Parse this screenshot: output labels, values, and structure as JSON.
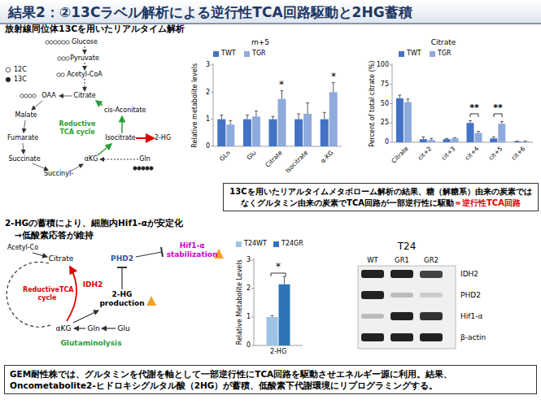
{
  "diagram": {
    "title": "結果2：②13Cラベル解析による逆行性TCA回路駆動と2HG蓄積",
    "nodes": [
      {
        "text": [
          "13Cを用いたリアルタイムメタボローム解析の結果、糖（解糖系）由来の炭素ではなくグルタミン由来の炭素でTCA回路が一部逆行性に駆動",
          "＝逆行性TCA回路"
        ]
      },
      {
        "text": [
          "GEM耐性株では、グルタミンを代謝を軸として一部逆行性にTCA回路を駆動させエネルギー源に利用。結果、Oncometabolite2-ヒドロキシグルタル酸（2HG）が蓄積、低酸素下代謝環境にリプログラミングする。"
        ]
      }
    ],
    "labels": [
      "放射線同位体13Cを用いたリアルタイム解析",
      "Glucose",
      "Pyruvate",
      "Acetyl-CoA",
      "OAA",
      "Citrate",
      "cis-Aconitate",
      "Malate",
      "Reductive TCA cycle",
      "Fumarate",
      "Isocitrate",
      "2-HG",
      "Succinate",
      "αKG",
      "Succinyl-",
      "Gln",
      "m+5",
      "Relative metabolite levels",
      "3",
      "2",
      "1",
      "0",
      "GLn",
      "Glu",
      "Citrate",
      "Isocitrate",
      "α-KG",
      "*",
      "*",
      "Citrate",
      "Percent of total citrate (%)",
      "100",
      "75",
      "50",
      "25",
      "0",
      "Citrate",
      "cit+2",
      "cit+3",
      "cit+4",
      "cit+5",
      "cit+6",
      "**",
      "**",
      "2-HGの蓄積により、細胞内Hif1-αが安定化",
      "→低酸素応答が維持",
      "Acetyl-Co",
      "Citrate",
      "IDH2",
      "PHD2",
      "Hif1-α stabilization",
      "2-HG production",
      "ReductiveTCA cycle",
      "αKG",
      "Gln",
      "Glu",
      "Glutaminolysis",
      "Relative Metabolite Levels",
      "3",
      "2",
      "1",
      "0",
      "2-HG",
      "*",
      "T24",
      "WT",
      "GR1",
      "GR2",
      "IDH2",
      "PHD2",
      "Hif1-α",
      "β-actin"
    ],
    "legend": [
      {
        "text": "12C"
      },
      {
        "text": "13C"
      },
      {
        "text": "TWT",
        "color": "#4472c4"
      },
      {
        "text": "TGR",
        "color": "#8faadc"
      },
      {
        "text": "TWT",
        "color": "#4472c4"
      },
      {
        "text": "TGR",
        "color": "#8faadc"
      },
      {
        "text": "T24WT",
        "color": "#9dc3e6"
      },
      {
        "text": "T24GR",
        "color": "#2e75b6"
      }
    ]
  }
}
